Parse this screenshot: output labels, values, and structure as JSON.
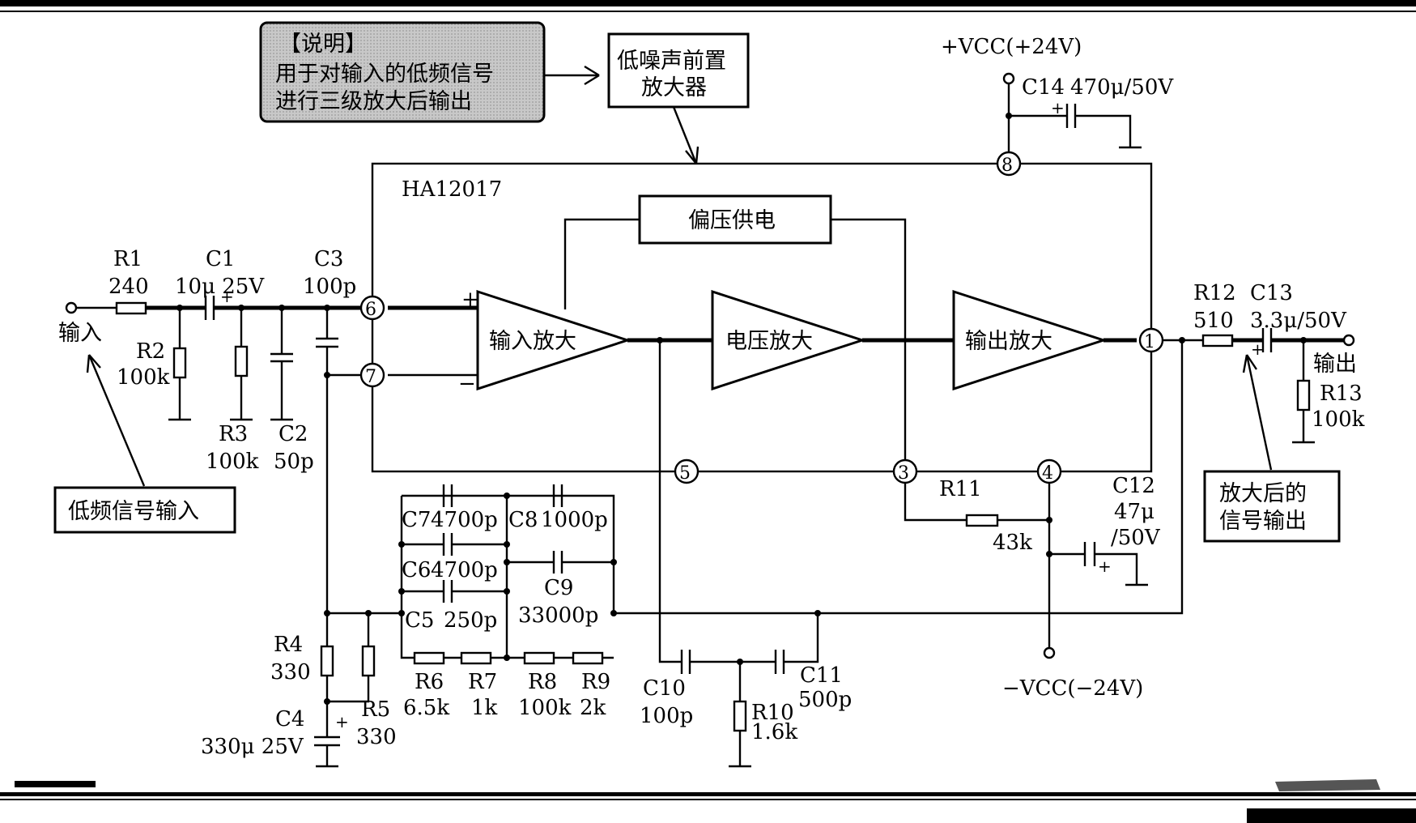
{
  "note": {
    "title": "【说明】",
    "line1": "用于对输入的低频信号",
    "line2": "进行三级放大后输出"
  },
  "callouts": {
    "preamp_line1": "低噪声前置",
    "preamp_line2": "放大器",
    "input_signal": "低频信号输入",
    "output_line1": "放大后的",
    "output_line2": "信号输出"
  },
  "supply": {
    "vcc_pos": "+VCC(+24V)",
    "vcc_neg": "−VCC(−24V)"
  },
  "ic": {
    "name": "HA12017",
    "bias": "偏压供电",
    "stage_input": "输入放大",
    "stage_voltage": "电压放大",
    "stage_output": "输出放大",
    "pins": [
      "1",
      "3",
      "4",
      "5",
      "6",
      "7",
      "8"
    ],
    "plus": "+",
    "minus": "−"
  },
  "io": {
    "input": "输入",
    "output": "输出"
  },
  "components": {
    "R1": {
      "name": "R1",
      "value": "240"
    },
    "C1": {
      "name": "C1",
      "value": "10μ 25V"
    },
    "C3": {
      "name": "C3",
      "value": "100p"
    },
    "R2": {
      "name": "R2",
      "value": "100k"
    },
    "R3": {
      "name": "R3",
      "value": "100k"
    },
    "C2": {
      "name": "C2",
      "value": "50p"
    },
    "C14": {
      "name": "C14",
      "value": "470μ/50V"
    },
    "R12": {
      "name": "R12",
      "value": "510"
    },
    "C13": {
      "name": "C13",
      "value": "3.3μ/50V"
    },
    "R13": {
      "name": "R13",
      "value": "100k"
    },
    "C12": {
      "name": "C12",
      "value1": "47μ",
      "value2": "/50V"
    },
    "R11": {
      "name": "R11",
      "value": "43k"
    },
    "C7": {
      "name": "C7",
      "value": "4700p"
    },
    "C8": {
      "name": "C8",
      "value": "1000p"
    },
    "C6": {
      "name": "C6",
      "value": "4700p"
    },
    "C9": {
      "name": "C9",
      "value": "33000p"
    },
    "C5": {
      "name": "C5",
      "value": "250p"
    },
    "R6": {
      "name": "R6",
      "value": "6.5k"
    },
    "R7": {
      "name": "R7",
      "value": "1k"
    },
    "R8": {
      "name": "R8",
      "value": "100k"
    },
    "R9": {
      "name": "R9",
      "value": "2k"
    },
    "R4": {
      "name": "R4",
      "value": "330"
    },
    "R5": {
      "name": "R5",
      "value": "330"
    },
    "C4": {
      "name": "C4",
      "value": "330μ 25V"
    },
    "C10": {
      "name": "C10",
      "value": "100p"
    },
    "C11": {
      "name": "C11",
      "value": "500p"
    },
    "R10": {
      "name": "R10",
      "value": "1.6k"
    }
  }
}
